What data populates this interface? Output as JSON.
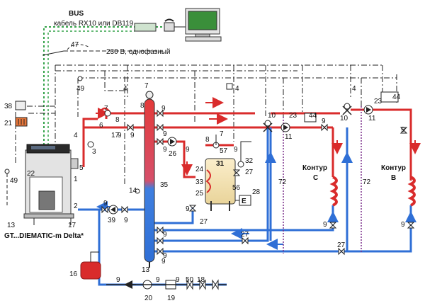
{
  "colors": {
    "supply": "#d92b2b",
    "return": "#2f6fd6",
    "bus": "#35a34a",
    "control": "#222222",
    "hatch": "#7a2e8a",
    "expansion": "#d92b2b"
  },
  "bus": {
    "title": "BUS",
    "cable": "кабель RX10 или DB119",
    "power": "230 В, однофазный"
  },
  "boiler": {
    "name": "GT...DIEMATIC-m Delta*"
  },
  "circuits": {
    "c_title": "Контур",
    "c_letter": "C",
    "b_title": "Контур",
    "b_letter": "B"
  },
  "tank": {
    "label": "31"
  },
  "electric_heater": {
    "label": "E"
  },
  "icons": [
    "computer-icon",
    "telephone-icon",
    "modem-icon",
    "pump-icon",
    "valve-icon",
    "expansion-vessel-icon",
    "radiator-icon"
  ],
  "numbers": {
    "n47": "47",
    "n49a": "49",
    "n38": "38",
    "n21": "21",
    "n4a": "4",
    "n3": "3",
    "n7a": "7",
    "n6": "6",
    "n8a": "8",
    "n17a": "17",
    "n9a": "9",
    "n9b": "9",
    "n22": "22",
    "n49b": "49",
    "n5": "5",
    "n1": "1",
    "n2": "2",
    "n13a": "13",
    "n17b": "17",
    "n9c": "9",
    "n39": "39",
    "n9d": "9",
    "n14": "14",
    "n7b": "7",
    "n8b": "8",
    "n9e": "9",
    "n9f": "9",
    "n35": "35",
    "n9g": "9",
    "n26": "26",
    "n9h": "9",
    "n24": "24",
    "n33": "33",
    "n25": "25",
    "n9i": "9",
    "n27a": "27",
    "n8c": "8",
    "n7c": "7",
    "n57": "57",
    "n9j": "9",
    "n32": "32",
    "n27b": "27",
    "n56": "56",
    "n28": "28",
    "n4b": "4",
    "n10a": "10",
    "n11a": "11",
    "n23a": "23",
    "n44a": "44",
    "n9k": "9",
    "n72a": "72",
    "n4c": "4",
    "n10b": "10",
    "n11b": "11",
    "n23b": "23",
    "n44b": "44",
    "n9l": "9",
    "n72b": "72",
    "n9m": "9",
    "n9n": "9",
    "n27c": "27",
    "n27d": "27",
    "n9o": "9",
    "n9p": "9",
    "n13b": "13",
    "n9q": "9",
    "n16": "16",
    "n9r": "9",
    "n20": "20",
    "n9s": "9",
    "n19": "19",
    "n9t": "9",
    "n50": "50",
    "n18": "18",
    "n4d": "4"
  }
}
